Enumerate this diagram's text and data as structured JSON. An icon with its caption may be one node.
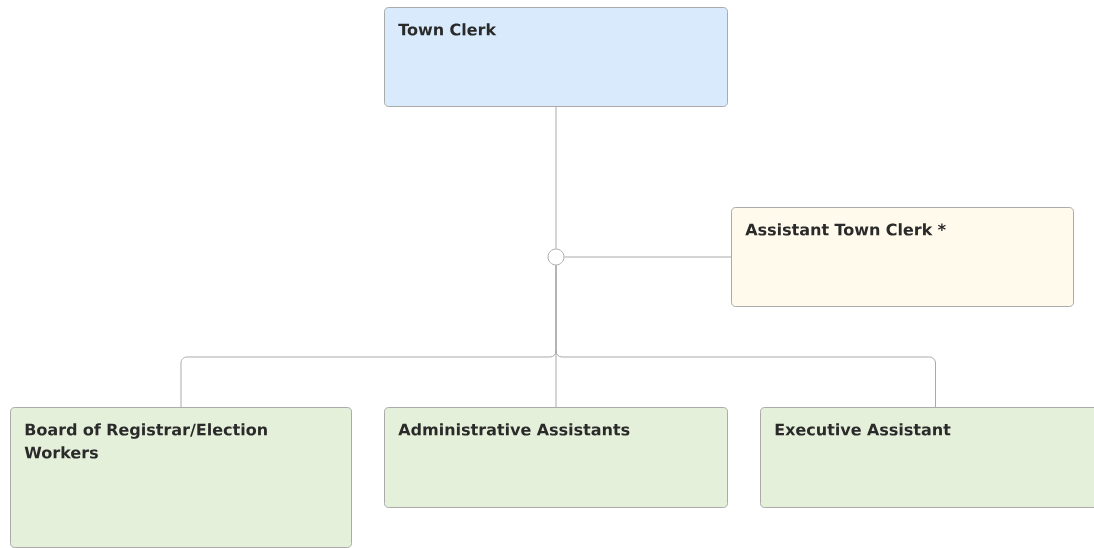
{
  "diagram": {
    "nodes": [
      {
        "text": [
          "Town Clerk"
        ]
      },
      {
        "text": [
          "Assistant Town Clerk *"
        ]
      },
      {
        "text": [],
        "shape": "circle"
      },
      {
        "text": [
          "Board of Registrar/Election Workers"
        ]
      },
      {
        "text": [
          "Administrative Assistants"
        ]
      },
      {
        "text": [
          "Executive Assistant"
        ]
      }
    ],
    "edges": [
      {
        "from": 0,
        "to": 2,
        "arrow": "none"
      },
      {
        "from": 2,
        "to": 1,
        "arrow": "none"
      },
      {
        "from": 2,
        "to": 3,
        "arrow": "none"
      },
      {
        "from": 2,
        "to": 4,
        "arrow": "none"
      },
      {
        "from": 2,
        "to": 5,
        "arrow": "none"
      }
    ]
  }
}
